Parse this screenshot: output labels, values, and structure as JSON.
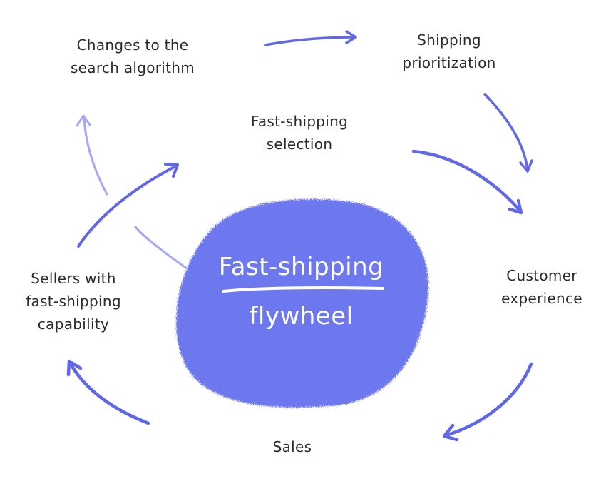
{
  "center": {
    "title": "Fast-shipping",
    "subtitle": "flywheel"
  },
  "nodes": {
    "search_algorithm": [
      "Changes to the",
      "search algorithm"
    ],
    "shipping_prioritization": [
      "Shipping",
      "prioritization"
    ],
    "fast_shipping_selection": [
      "Fast-shipping",
      "selection"
    ],
    "customer_experience": [
      "Customer",
      "experience"
    ],
    "sales": [
      "Sales"
    ],
    "sellers": [
      "Sellers with",
      "fast-shipping",
      "capability"
    ]
  },
  "colors": {
    "blob": "#6e78ee",
    "arrow": "#6168e6",
    "arrow_light": "#a4a9f2",
    "text": "#2b2b2b",
    "center_text": "#ffffff"
  }
}
